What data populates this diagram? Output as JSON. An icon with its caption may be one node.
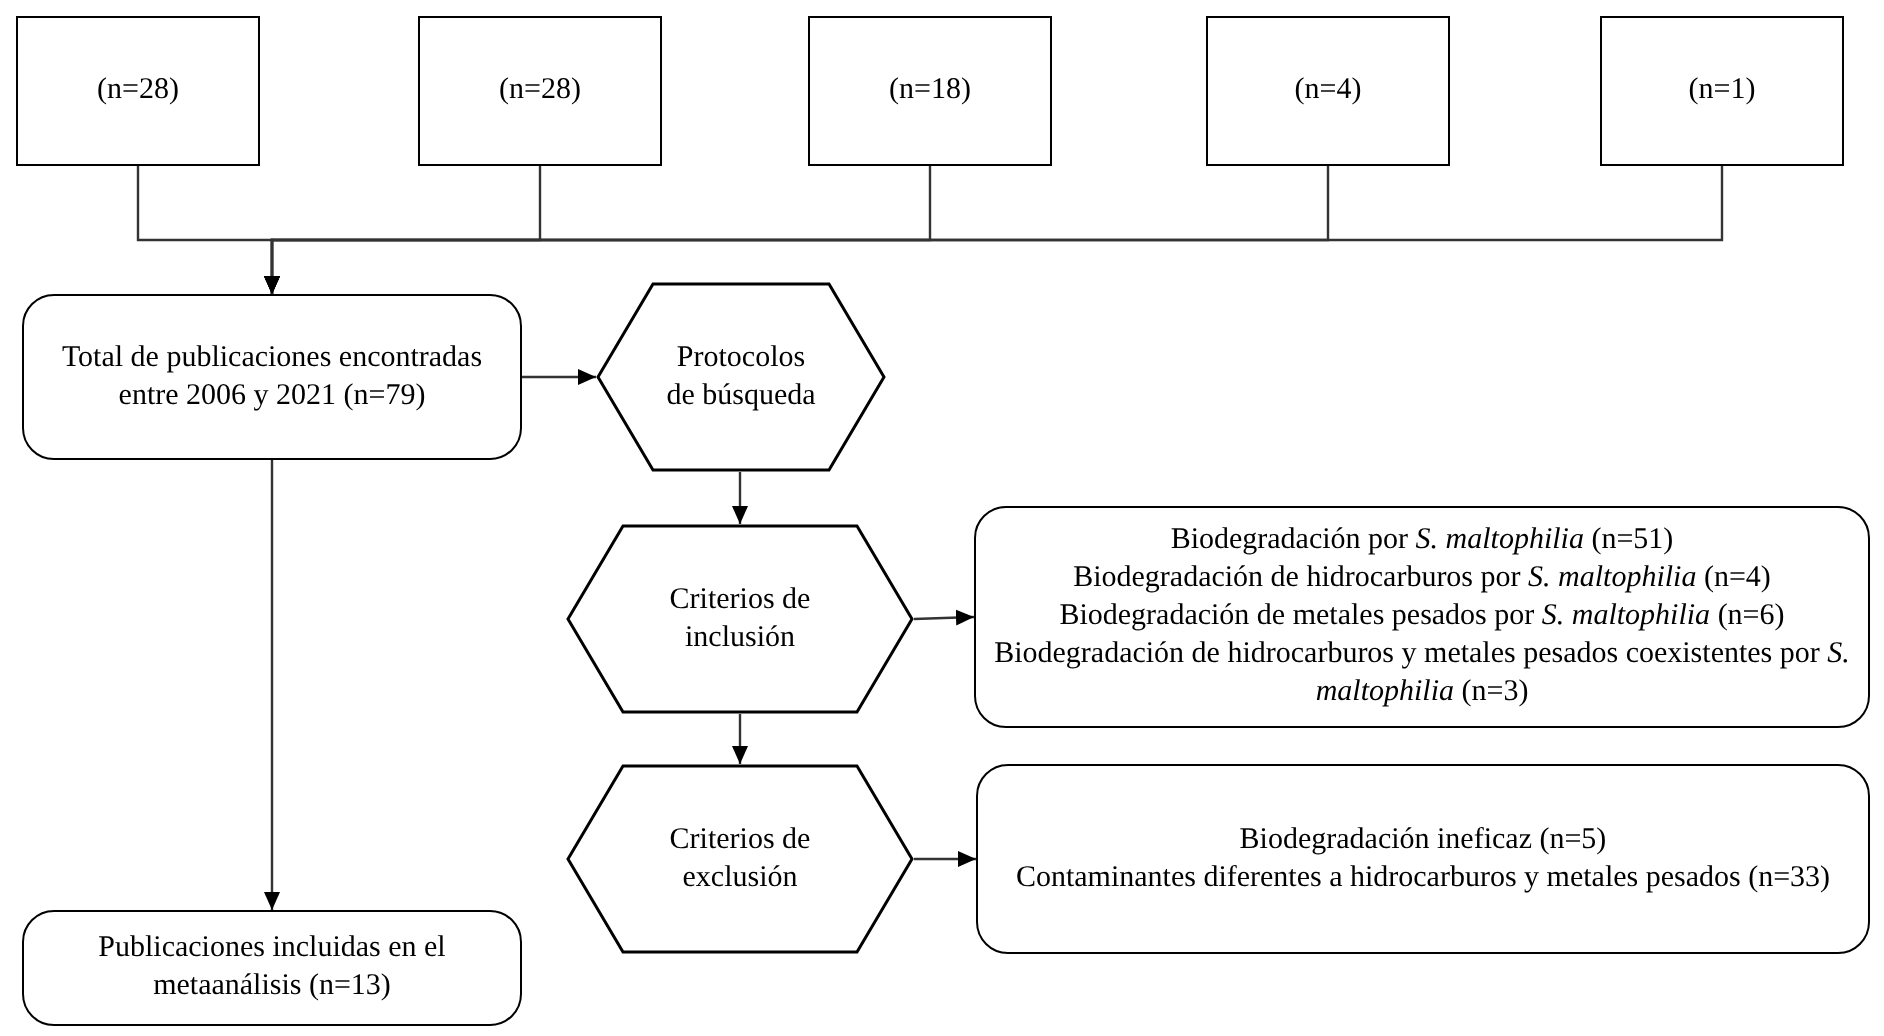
{
  "diagram": {
    "nodes": [
      {
        "text": [
          "(n=28)"
        ]
      },
      {
        "text": [
          "(n=28)"
        ]
      },
      {
        "text": [
          "(n=18)"
        ]
      },
      {
        "text": [
          "(n=4)"
        ]
      },
      {
        "text": [
          "(n=1)"
        ]
      },
      {
        "text": [
          "Total de publicaciones encontradas entre 2006 y 2021 (n=79)"
        ]
      },
      {
        "text": [
          "Protocolos de búsqueda"
        ]
      },
      {
        "text": [
          "Criterios de inclusión"
        ]
      },
      {
        "text": [
          "Biodegradación por *S. maltophilia* (n=51)",
          "Biodegradación de hidrocarburos por *S. maltophilia* (n=4)",
          "Biodegradación de metales pesados por *S. maltophilia* (n=6)",
          "Biodegradación de hidrocarburos y metales pesados coexistentes por *S. maltophilia* (n=3)"
        ]
      },
      {
        "text": [
          "Criterios de exclusión"
        ]
      },
      {
        "text": [
          "Biodegradación ineficaz (n=5)",
          "Contaminantes diferentes a hidrocarburos y metales pesados (n=33)"
        ]
      },
      {
        "text": [
          "Publicaciones incluidas en el metaanálisis (n=13)"
        ]
      }
    ],
    "edges": [
      {
        "from": 0,
        "to": 5,
        "arrow": "to"
      },
      {
        "from": 1,
        "to": 5,
        "arrow": "to"
      },
      {
        "from": 2,
        "to": 5,
        "arrow": "to"
      },
      {
        "from": 3,
        "to": 5,
        "arrow": "to"
      },
      {
        "from": 4,
        "to": 5,
        "arrow": "to"
      },
      {
        "from": 5,
        "to": 6,
        "arrow": "to"
      },
      {
        "from": 6,
        "to": 7,
        "arrow": "to"
      },
      {
        "from": 7,
        "to": 8,
        "arrow": "to"
      },
      {
        "from": 7,
        "to": 9,
        "arrow": "to"
      },
      {
        "from": 9,
        "to": 10,
        "arrow": "to"
      },
      {
        "from": 5,
        "to": 11,
        "arrow": "to"
      }
    ]
  }
}
